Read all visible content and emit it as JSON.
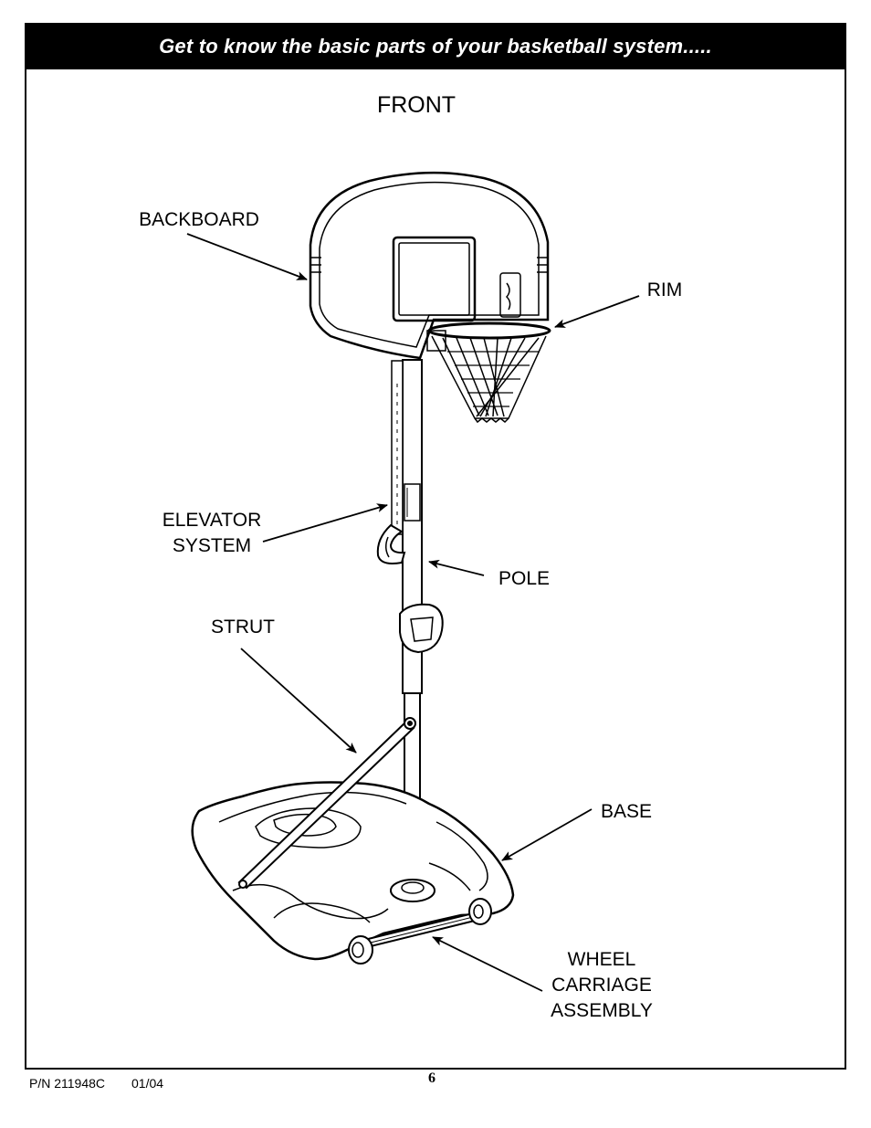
{
  "header": {
    "title": "Get to know the basic parts of your basketball system....."
  },
  "diagram": {
    "view_label": "FRONT",
    "labels": {
      "backboard": "BACKBOARD",
      "rim": "RIM",
      "elevator_system": "ELEVATOR\nSYSTEM",
      "pole": "POLE",
      "strut": "STRUT",
      "base": "BASE",
      "wheel_carriage_assembly": "WHEEL\nCARRIAGE\nASSEMBLY"
    }
  },
  "footer": {
    "part_number": "P/N 211948C",
    "date": "01/04",
    "page_number": "6"
  }
}
